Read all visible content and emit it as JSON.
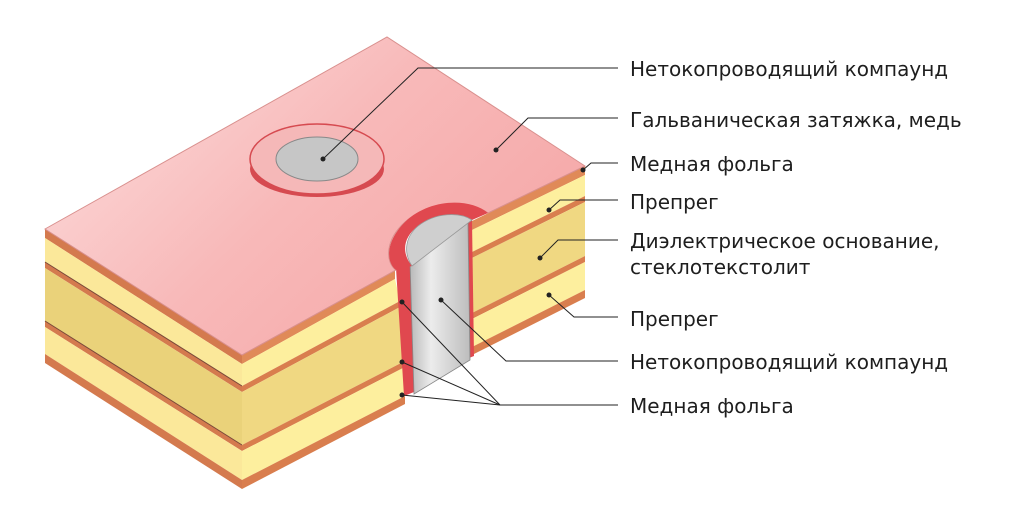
{
  "labels": [
    "Нетокопроводящий компаунд",
    "Гальваническая затяжка, медь",
    "Медная фольга",
    "Препрег",
    "Диэлектрическое основание,",
    "стеклотекстолит",
    "Препрег",
    "Нетокопроводящий компаунд",
    "Медная фольга"
  ],
  "colors": {
    "top_surface": "#f7b3b3",
    "copper_edge": "#d06a40",
    "prepreg": "#fbe89a",
    "dielectric": "#ead27a",
    "compound": "#c8c8c8",
    "plating": "#e0484f"
  }
}
